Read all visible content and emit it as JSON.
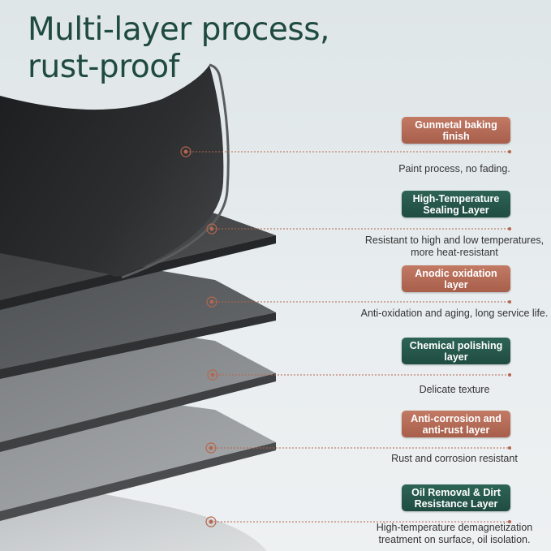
{
  "headline": {
    "line1": "Multi-layer process,",
    "line2": "rust-proof"
  },
  "colors": {
    "title_green": "#1f4a3e",
    "badge_copper": "#b46c57",
    "badge_green": "#275a4c",
    "connector": "#b5664f"
  },
  "layers": [
    {
      "label": "Gunmetal baking finish",
      "badge_color": "copper",
      "description": "Paint process, no fading."
    },
    {
      "label": "High-Temperature Sealing Layer",
      "badge_color": "green",
      "description": "Resistant to high and low temperatures, more heat-resistant"
    },
    {
      "label": "Anodic oxidation layer",
      "badge_color": "copper",
      "description": "Anti-oxidation and aging, long service life."
    },
    {
      "label": "Chemical polishing layer",
      "badge_color": "green",
      "description": "Delicate texture"
    },
    {
      "label": "Anti-corrosion and anti-rust layer",
      "badge_color": "copper",
      "description": "Rust and corrosion resistant"
    },
    {
      "label": "Oil Removal & Dirt Resistance Layer",
      "badge_color": "green",
      "description": "High-temperature demagnetization treatment on surface, oil isolation."
    }
  ]
}
